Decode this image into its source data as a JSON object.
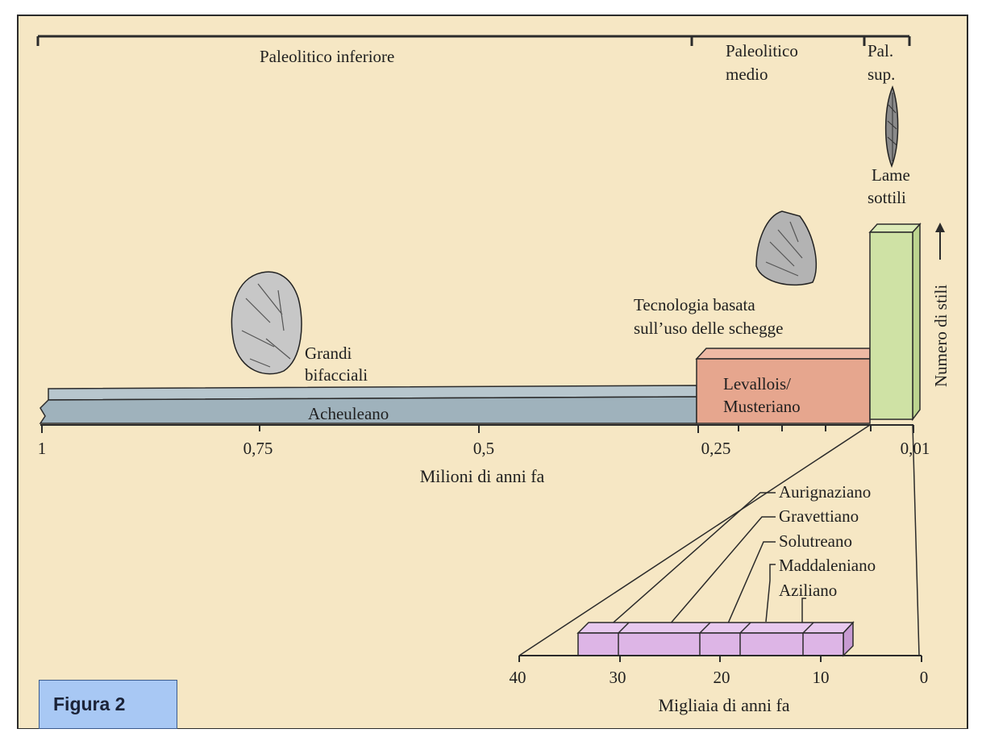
{
  "periods": {
    "lower": "Paleolitico inferiore",
    "middle_line1": "Paleolitico",
    "middle_line2": "medio",
    "upper_line1": "Pal.",
    "upper_line2": "sup."
  },
  "main_axis": {
    "ticks": [
      "1",
      "0,75",
      "0,5",
      "0,25",
      "0,01"
    ],
    "label": "Milioni di anni fa"
  },
  "bars": {
    "acheulean": "Acheuleano",
    "levallois_line1": "Levallois/",
    "levallois_line2": "Musteriano",
    "colors": {
      "acheulean": "#9fb2bc",
      "levallois": "#e6a68e",
      "upper": "#cfe2a5"
    }
  },
  "annotations": {
    "bifaces_line1": "Grandi",
    "bifaces_line2": "bifacciali",
    "flakes_line1": "Tecnologia basata",
    "flakes_line2": "sull’uso delle schegge",
    "blades_line1": "Lame",
    "blades_line2": "sottili",
    "y_axis": "Numero di stili"
  },
  "inset": {
    "cultures": [
      "Aurignaziano",
      "Gravettiano",
      "Solutreano",
      "Maddaleniano",
      "Aziliano"
    ],
    "ticks": [
      "40",
      "30",
      "20",
      "10",
      "0"
    ],
    "label": "Migliaia di anni fa",
    "color": "#ddb5e6"
  },
  "figure_label": "Figura 2",
  "colors": {
    "paper": "#f6e7c4",
    "frame": "#2b2b2b"
  }
}
